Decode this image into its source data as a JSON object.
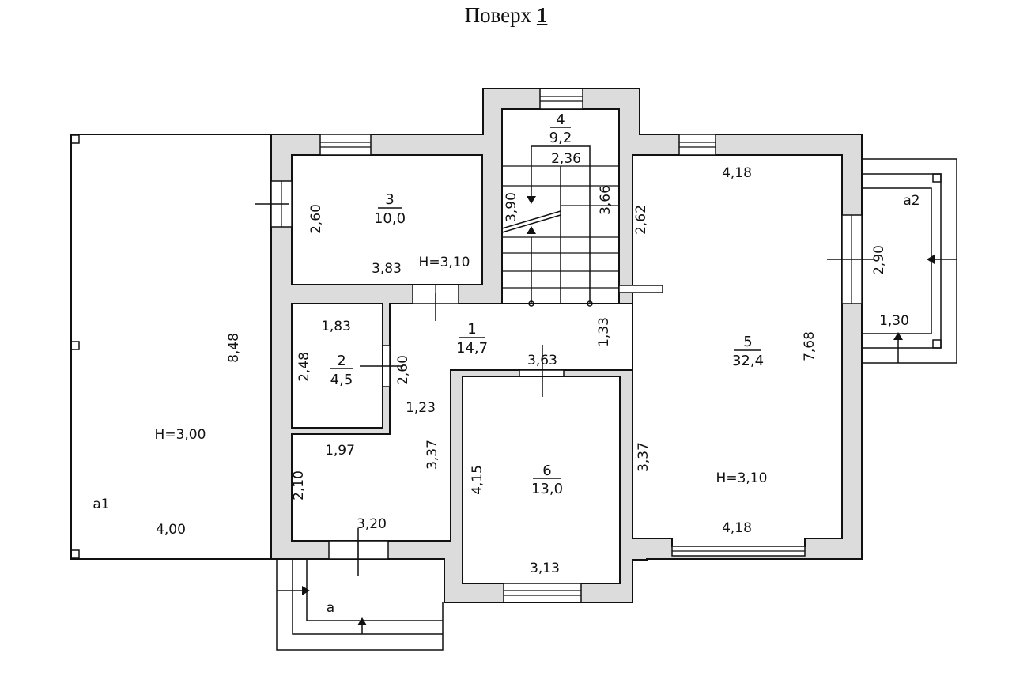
{
  "title": {
    "prefix": "Поверх",
    "number": "1"
  },
  "rooms": [
    {
      "id": "1",
      "number": "1",
      "area": "14,7"
    },
    {
      "id": "2",
      "number": "2",
      "area": "4,5"
    },
    {
      "id": "3",
      "number": "3",
      "area": "10,0"
    },
    {
      "id": "4",
      "number": "4",
      "area": "9,2"
    },
    {
      "id": "5",
      "number": "5",
      "area": "32,4"
    },
    {
      "id": "6",
      "number": "6",
      "area": "13,0"
    }
  ],
  "zones": {
    "a": "а",
    "a1": "а1",
    "a2": "а2"
  },
  "heights": {
    "terrace": "H=3,00",
    "room3": "H=3,10",
    "room5": "H=3,10"
  },
  "dimensions": {
    "terrace_height": "8,48",
    "terrace_width": "4,00",
    "room3_height": "2,60",
    "room3_width": "3,83",
    "room2_width": "1,83",
    "room2_height": "2,48",
    "hall_height_left": "2,60",
    "hall_lower_width": "1,97",
    "hall_lower_height": "2,10",
    "hall_lower_bottom": "3,20",
    "hall_corridor_width": "1,23",
    "hall_corridor_height": "3,37",
    "hall_top": "3,63",
    "hall_right": "1,33",
    "stair_width": "2,36",
    "stair_height_left": "3,90",
    "stair_height_right": "3,66",
    "room5_top": "4,18",
    "room5_left_top": "2,62",
    "room5_right": "7,68",
    "room5_left_bottom": "3,37",
    "room5_bottom": "4,18",
    "room6_left": "4,15",
    "room6_bottom": "3,13",
    "porch_height": "2,90",
    "porch_width": "1,30"
  }
}
